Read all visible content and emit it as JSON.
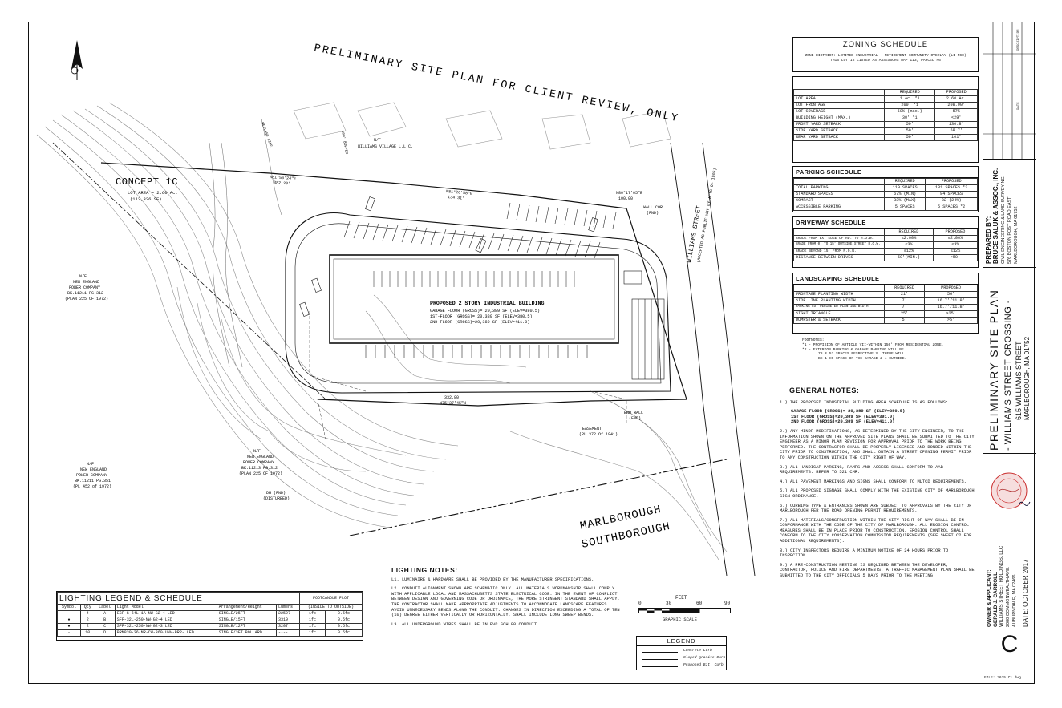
{
  "drawing": {
    "banner": "PRELIMINARY SITE PLAN FOR CLIENT REVIEW, ONLY",
    "concept_title": "CONCEPT 1C",
    "lot_area_line1": "LOT AREA = 2.60 Ac.",
    "lot_area_line2": "(113,326 SF)",
    "building_label1": "PROPOSED 2 STORY INDUSTRIAL BUILDING",
    "building_label2": "GARAGE FLOOR (GROSS)= 20,389 SF (ELEV=380.5)",
    "building_label3": "1ST-FLOOR (GROSS)= 20,389 SF (ELEV=380.5)",
    "building_label4": "2ND FLOOR (GROSS)=20,389 SF (ELEV=411.0)",
    "abutter_north1": "N/F",
    "abutter_north2": "WILLIAMS VILLAGE L.L.C.",
    "abutter_west1": "N/F",
    "abutter_west2": "NEW ENGLAND",
    "abutter_west3": "POWER COMPANY",
    "abutter_west4": "BK.11211 PG.312",
    "abutter_west5": "(PLAN 225 OF 1972)",
    "abutter_sw1": "N/F",
    "abutter_sw2": "NEW ENGLAND",
    "abutter_sw3": "POWER COMPANY",
    "abutter_sw4": "BK.11211 PG.351",
    "abutter_sw5": "(PL 452 of 1972)",
    "abutter_s1": "N/F",
    "abutter_s2": "NEW ENGLAND",
    "abutter_s3": "POWER COMPANY",
    "abutter_s4": "BK.11213 PG.312",
    "abutter_s5": "(PLAN 225 OF 1972)",
    "street_name": "WILLIAMS STREET",
    "street_note": "(ACCEPTED AS PUBLIC WAY BY ACTS OF 1905)",
    "town1": "MARLBOROUGH",
    "town2": "SOUTHBOROUGH",
    "bearing1": "N81°26'58\"E",
    "dist1": "134.31'",
    "bearing2": "N81°56'24\"E",
    "dist2": "382.20'",
    "bearing3": "N80°17'05\"E",
    "dist3": "100.00'",
    "bearing4": "N75°37'45\"W",
    "dist4": "332.80'",
    "easement1": "EASEMENT",
    "easement2": "(PL 372 Of 1941)",
    "end_wall": "END WALL",
    "end_wall2": "(FND)",
    "wall_cor": "WALL COR.",
    "wall_cor2": "(FND)",
    "wetland": "WETLAND LINE",
    "buffer": "100' BUFFER",
    "dh_fnd1": "DH (FND)",
    "dh_fnd2": "(DISTURBED)"
  },
  "zoning": {
    "title": "ZONING SCHEDULE",
    "district": "ZONE DISTRICT: LIMITED INDUSTRIAL - RETIREMENT COMMUNITY OVERLAY (LI-RCO)",
    "parcel": "THIS LOT IS LISTED AS ASSESSORS MAP 113, PARCEL #6",
    "col_required": "REQUIRED",
    "col_proposed": "PROPOSED",
    "rows": [
      [
        "LOT AREA",
        "1 Ac. *1",
        "2.60 Ac."
      ],
      [
        "LOT FRONTAGE",
        "200' *1",
        "208.00'"
      ],
      [
        "LOT COVERAGE",
        "50% (max.)",
        "57%"
      ],
      [
        "BUILDING HEIGHT (MAX.)",
        "30' *1",
        "<29'"
      ],
      [
        "FRONT YARD SETBACK",
        "50'",
        "130.8'"
      ],
      [
        "SIDE YARD SETBACK",
        "50'",
        "58.7'"
      ],
      [
        "REAR YARD SETBACK",
        "50'",
        "101'"
      ]
    ]
  },
  "parking": {
    "title": "PARKING SCHEDULE",
    "col_required": "REQUIRED",
    "col_proposed": "PROPOSED",
    "rows": [
      [
        "TOTAL PARKING",
        "119 SPACES",
        "131 SPACES *2"
      ],
      [
        "STANDARD SPACES",
        "67% (MIN)",
        "84 SPACES"
      ],
      [
        "COMPACT",
        "33% (MAX)",
        "32 (24%)"
      ],
      [
        "ACCESSIBLE PARKING",
        "5 SPACES",
        "5 SPACES *2"
      ]
    ]
  },
  "driveway": {
    "title": "DRIVEWAY SCHEDULE",
    "col_required": "REQUIRED",
    "col_proposed": "PROPOSED",
    "rows": [
      [
        "GRADE FROM EX. EDGE OF RD. TO R.O.W.",
        "≤2.00%",
        "≤2.00%"
      ],
      [
        "GRADE FROM 0' TO 15' OUTSIDE STREET R.O.W.",
        "≤3%",
        "≤3%"
      ],
      [
        "GRADE BEYOND 15' FROM R.O.W.",
        "≤12%",
        "≤12%"
      ],
      [
        "DISTANCE BETWEEN DRIVES",
        "50'(MIN.)",
        ">50'"
      ]
    ]
  },
  "landscaping": {
    "title": "LANDSCAPING SCHEDULE",
    "col_required": "REQUIRED",
    "col_proposed": "PROPOSED",
    "rows": [
      [
        "FRONTAGE PLANTING WIDTH",
        "21'",
        "56'"
      ],
      [
        "SIDE LINE PLANTING WIDTH",
        "7'",
        "16.7'/11.8'"
      ],
      [
        "PARKING LOT PERIMETER PLANTING WIDTH",
        "7'",
        "16.7'/11.8'"
      ],
      [
        "SIGHT TRIANGLE",
        "25'",
        ">25'"
      ],
      [
        "DUMPSTER & SETBACK",
        "5'",
        ">5'"
      ]
    ]
  },
  "footnotes": {
    "title": "FOOTNOTES:",
    "n1": "*1 - PROVISION OF ARTICLE VII-WITHIN 150' FROM RESIDENTIAL ZONE.",
    "n2": "*2 - EXTERIOR PARKING & GARAGE PARKING WILL BE",
    "n3": "78 & 53 SPACES RESPECTIVELY. THERE WILL",
    "n4": "BE 1 HC SPACE IN THE GARAGE & 4 OUTSIDE."
  },
  "general_notes": {
    "title": "GENERAL NOTES:",
    "n1": "1.) THE PROPOSED INDUSTRIAL BUILDING AREA SCHEDULE IS AS FOLLOWS:",
    "n1a": "GARAGE FLOOR (GROSS)= 20,389 SF (ELEV=380.5)",
    "n1b": "1ST FLOOR (GROSS)=20,389 SF (ELEV=391.0)",
    "n1c": "2ND FLOOR (GROSS)=20,389 SF (ELEV=411.0)",
    "n2": "2.) ANY MINOR MODIFICATIONS, AS DETERMINED BY THE CITY ENGINEER, TO THE INFORMATION SHOWN ON THE APPROVED SITE PLANS SHALL BE SUBMITTED TO THE CITY ENGINEER AS A MINOR PLAN REVISION FOR APPROVAL PRIOR TO THE WORK BEING PERFORMED. THE CONTRACTOR SHALL BE PROPERLY LICENSED AND BONDED WITHIN THE CITY PRIOR TO CONSTRUCTION, AND SHALL OBTAIN A STREET OPENING PERMIT PRIOR TO ANY CONSTRUCTION WITHIN THE CITY RIGHT OF WAY.",
    "n3": "3.) ALL HANDICAP PARKING, RAMPS AND ACCESS SHALL CONFORM TO AAB REQUIREMENTS. REFER TO 521 CMR.",
    "n4": "4.) ALL PAVEMENT MARKINGS AND SIGNS SHALL CONFORM TO MUTCD REQUIREMENTS.",
    "n5": "5.) ALL PROPOSED SIGNAGE SHALL COMPLY WITH THE EXISTING CITY OF MARLBOROUGH SIGN ORDINANCE.",
    "n6": "6.) CURBING TYPE & ENTRANCES SHOWN ARE SUBJECT TO APPROVALS BY THE CITY OF MARLBOROUGH PER THE ROAD OPENING PERMIT REQUIREMENTS.",
    "n7": "7.) ALL MATERIALS/CONSTRUCTION WITHIN THE CITY RIGHT-OF-WAY SHALL BE IN CONFORMANCE WITH THE CODE OF THE CITY OF MARLBOROUGH. ALL EROSION CONTROL MEASURES SHALL BE IN PLACE PRIOR TO CONSTRUCTION. EROSION CONTROL SHALL CONFORM TO THE CITY CONSERVATION COMMISSION REQUIREMENTS (SEE SHEET C2 FOR ADDITIONAL REQUIREMENTS).",
    "n8": "8.) CITY INSPECTORS REQUIRE A MINIMUM NOTICE OF 24 HOURS PRIOR TO INSPECTION.",
    "n9": "9.) A PRE-CONSTRUCTION MEETING IS REQUIRED BETWEEN THE DEVELOPER, CONTRACTOR, POLICE AND FIRE DEPARTMENTS. A TRAFFIC MANAGEMENT PLAN SHALL BE SUBMITTED TO THE CITY OFFICIALS 5 DAYS PRIOR TO THE MEETING."
  },
  "lighting_notes": {
    "title": "LIGHTING NOTES:",
    "l1": "L1. LUMINAIRE & HARDWARE SHALL BE PROVIDED BY THE MANUFACTURER SPECIFICATIONS.",
    "l2": "L2. CONDUIT ALIGNMENT SHOWN ARE SCHEMATIC ONLY. ALL MATERIALS WORKMANSHIP SHALL COMPLY WITH APPLICABLE LOCAL AND MASSACHUSETTS STATE ELECTRICAL CODE. IN THE EVENT OF CONFLICT BETWEEN DESIGN AND GOVERNING CODE OR ORDINANCE, THE MORE STRINGENT STANDARD SHALL APPLY. THE CONTRACTOR SHALL MAKE APPROPRIATE ADJUSTMENTS TO ACCOMMODATE LANDSCAPE FEATURES. AVOID UNNECESSARY BENDS ALONG THE CONDUIT. CHANGES IN DIRECTION EXCEEDING A TOTAL OF TEN (10) DEGREE EITHER VERTICALLY OR HORIZONTALLY, SHALL INCLUDE LONG SWEEP BENDS.",
    "l3": "L3. ALL UNDERGROUND WIRES SHALL BE IN PVC SCH 80 CONDUIT."
  },
  "lighting_legend": {
    "title": "LIGHTING LEGEND & SCHEDULE",
    "footcandle": "FOOTCANDLE PLOT",
    "footcandle_sub": "(INSIDE TO OUTSIDE)",
    "headers": [
      "Symbol",
      "Qty",
      "Label",
      "Light Model",
      "Arrangement/Height",
      "Lumens"
    ],
    "rows": [
      [
        "-",
        "4",
        "A",
        "ECF-S-64L-1A-NW-G2-4 LED",
        "SINGLE/25FT",
        "22527",
        "1fc",
        "0.5fc"
      ],
      [
        "●",
        "2",
        "B",
        "SFF-32L-250-NW-G2-4 LED",
        "SINGLE/15FT",
        "3319",
        "1fc",
        "0.5fc"
      ],
      [
        "●",
        "2",
        "C",
        "SFF-32L-250-NW-G2-3 LED",
        "SINGLE/12FT",
        "3207",
        "1fc",
        "0.5fc"
      ],
      [
        "-",
        "10",
        "D",
        "BRM830-36-MR-CW-360-UNV-BRP- LED",
        "SINGLE/3FT BOLLARD",
        "----",
        "1fc",
        "0.5fc"
      ]
    ]
  },
  "scale": {
    "unit": "FEET",
    "t0": "0",
    "t1": "30",
    "t2": "60",
    "t3": "90",
    "label": "GRAPHIC SCALE"
  },
  "legend": {
    "title": "LEGEND",
    "i1": "Concrete Curb",
    "i2": "Sloped granite Curb",
    "i3": "Proposed Bit. Curb"
  },
  "title_block": {
    "prepared1": "PREPARED BY:",
    "prepared2": "BRUCE SALUK & ASSOC., INC.",
    "prepared3": "CIVIL ENGINEERING & LAND SURVEYING",
    "prepared4": "576 BOSTON POST ROAD EAST",
    "prepared5": "MARLBOROUGH, MA 01752",
    "sheet_title": "PRELIMINARY SITE PLAN",
    "project1": "- WILLIAMS STREET CROSSING -",
    "project2": "615 WILLIAMS STREET",
    "project3": "MARLBOROUGH, MA 01752",
    "owner1": "OWNER & APPLICANT:",
    "owner2": "GERALD J. CARROLL",
    "owner3": "WILLIAMS STREET HOLDINGS, LLC",
    "owner4": "2000 COMMONWEALTH AVE.",
    "owner5": "AUBURNDALE, MA 02466",
    "date": "DATE: OCTOBER 2017",
    "sheet_no": "C",
    "file": "FILE: 2635 C1.dwg",
    "rev_col1": "DATE",
    "rev_col2": "DESCRIPTION"
  }
}
